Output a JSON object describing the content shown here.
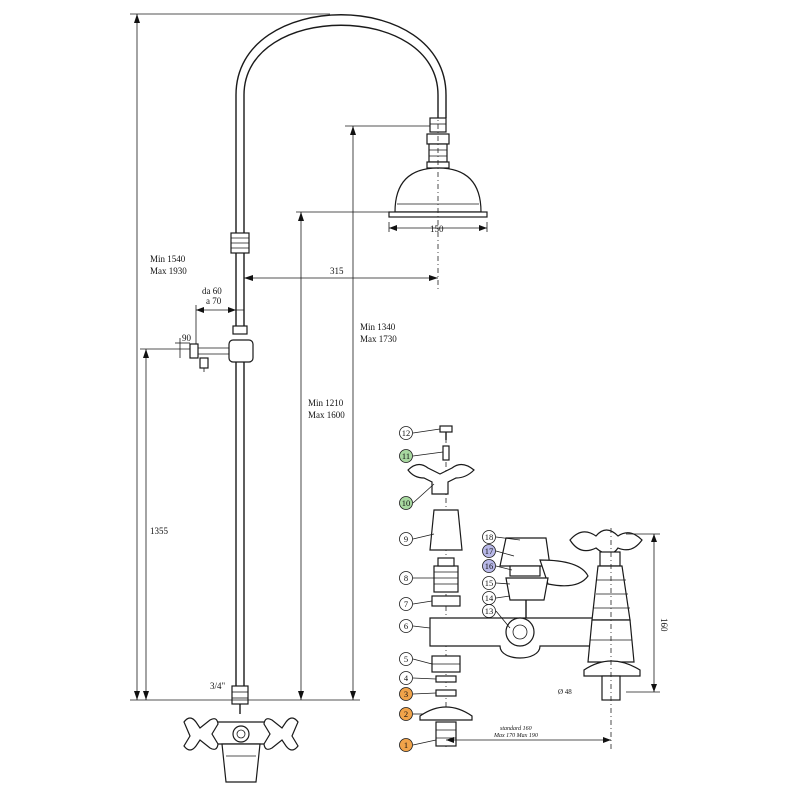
{
  "dimensions": {
    "total_height": [
      "Min 1540",
      "Max 1930"
    ],
    "head_to_floor": [
      "Min 1340",
      "Max 1730"
    ],
    "showerhead_face": [
      "Min 1210",
      "Max 1600"
    ],
    "connection_height": "1355",
    "arm_reach": "315",
    "head_diameter": "150",
    "bracket_adjust": [
      "da 60",
      "a 70"
    ],
    "bracket_offset": "90",
    "inlet_thread": "3/4\"",
    "tap_height": "160",
    "inlet_diameter": "Ø 48",
    "tap_spacing": [
      "standard 160",
      "Max 170 Max 190"
    ]
  },
  "parts": [
    {
      "num": "1",
      "marker": "orange"
    },
    {
      "num": "2",
      "marker": "orange"
    },
    {
      "num": "3",
      "marker": "orange"
    },
    {
      "num": "4",
      "marker": "white"
    },
    {
      "num": "5",
      "marker": "white"
    },
    {
      "num": "6",
      "marker": "white"
    },
    {
      "num": "7",
      "marker": "white"
    },
    {
      "num": "8",
      "marker": "white"
    },
    {
      "num": "9",
      "marker": "white"
    },
    {
      "num": "10",
      "marker": "green"
    },
    {
      "num": "11",
      "marker": "green"
    },
    {
      "num": "12",
      "marker": "white"
    },
    {
      "num": "13",
      "marker": "white"
    },
    {
      "num": "14",
      "marker": "white"
    },
    {
      "num": "15",
      "marker": "white"
    },
    {
      "num": "16",
      "marker": "blue"
    },
    {
      "num": "17",
      "marker": "blue"
    },
    {
      "num": "18",
      "marker": "white"
    }
  ],
  "marker_colors": {
    "orange": "#f0a34a",
    "green": "#a8d8a0",
    "blue": "#b8b8e8",
    "white": "#ffffff"
  }
}
